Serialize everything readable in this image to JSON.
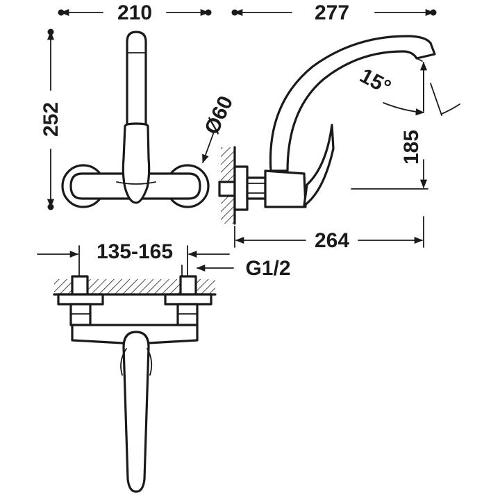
{
  "drawing": {
    "colors": {
      "ink": "#1a1a1a",
      "background": "#ffffff"
    },
    "dimensions": {
      "top_width": "210",
      "projection": "277",
      "height": "252",
      "rosette_diameter": "Ø60",
      "swivel_angle": "15°",
      "spout_height": "185",
      "wall_to_spout": "264",
      "centers": "135-165",
      "thread": "G1/2"
    }
  }
}
